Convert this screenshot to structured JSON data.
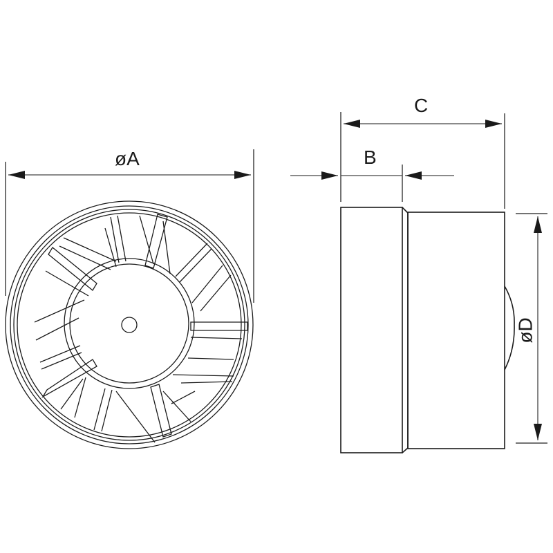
{
  "diagram": {
    "type": "technical-dimension-drawing",
    "subject": "inline duct fan",
    "views": [
      {
        "name": "front-view",
        "description": "circular housing with radial vanes and central hub"
      },
      {
        "name": "side-view",
        "description": "cylindrical body with stepped inlet ring and rear motor bulge"
      }
    ],
    "dimensions": {
      "a": {
        "label": "øA",
        "meaning": "outer diameter of front housing"
      },
      "b": {
        "label": "B",
        "meaning": "inlet ring depth"
      },
      "c": {
        "label": "C",
        "meaning": "overall length"
      },
      "d": {
        "label": "øD",
        "meaning": "body diameter"
      }
    },
    "colors": {
      "line": "#1a1a1a",
      "background": "#ffffff"
    }
  }
}
